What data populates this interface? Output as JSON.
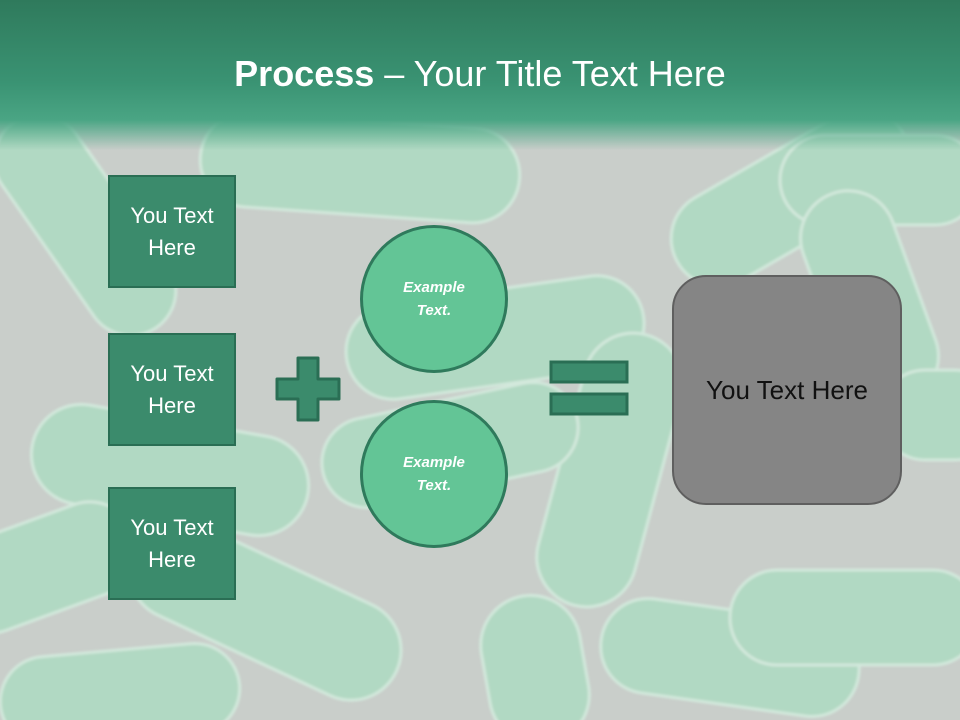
{
  "title": {
    "bold": "Process",
    "rest": " – Your Title Text Here"
  },
  "left_boxes": [
    {
      "line1": "You Text",
      "line2": "Here"
    },
    {
      "line1": "You Text",
      "line2": "Here"
    },
    {
      "line1": "You Text",
      "line2": "Here"
    }
  ],
  "circles": [
    {
      "line1": "Example",
      "line2": "Text."
    },
    {
      "line1": "Example",
      "line2": "Text."
    }
  ],
  "operators": {
    "plus_icon": "plus-icon",
    "equals_icon": "equals-icon"
  },
  "result": {
    "label": "You Text Here"
  },
  "colors": {
    "header": "#3a9373",
    "box_fill": "#3b8b6c",
    "circle_fill": "#63c596",
    "result_fill": "#858585",
    "background": "#c9ceca"
  }
}
